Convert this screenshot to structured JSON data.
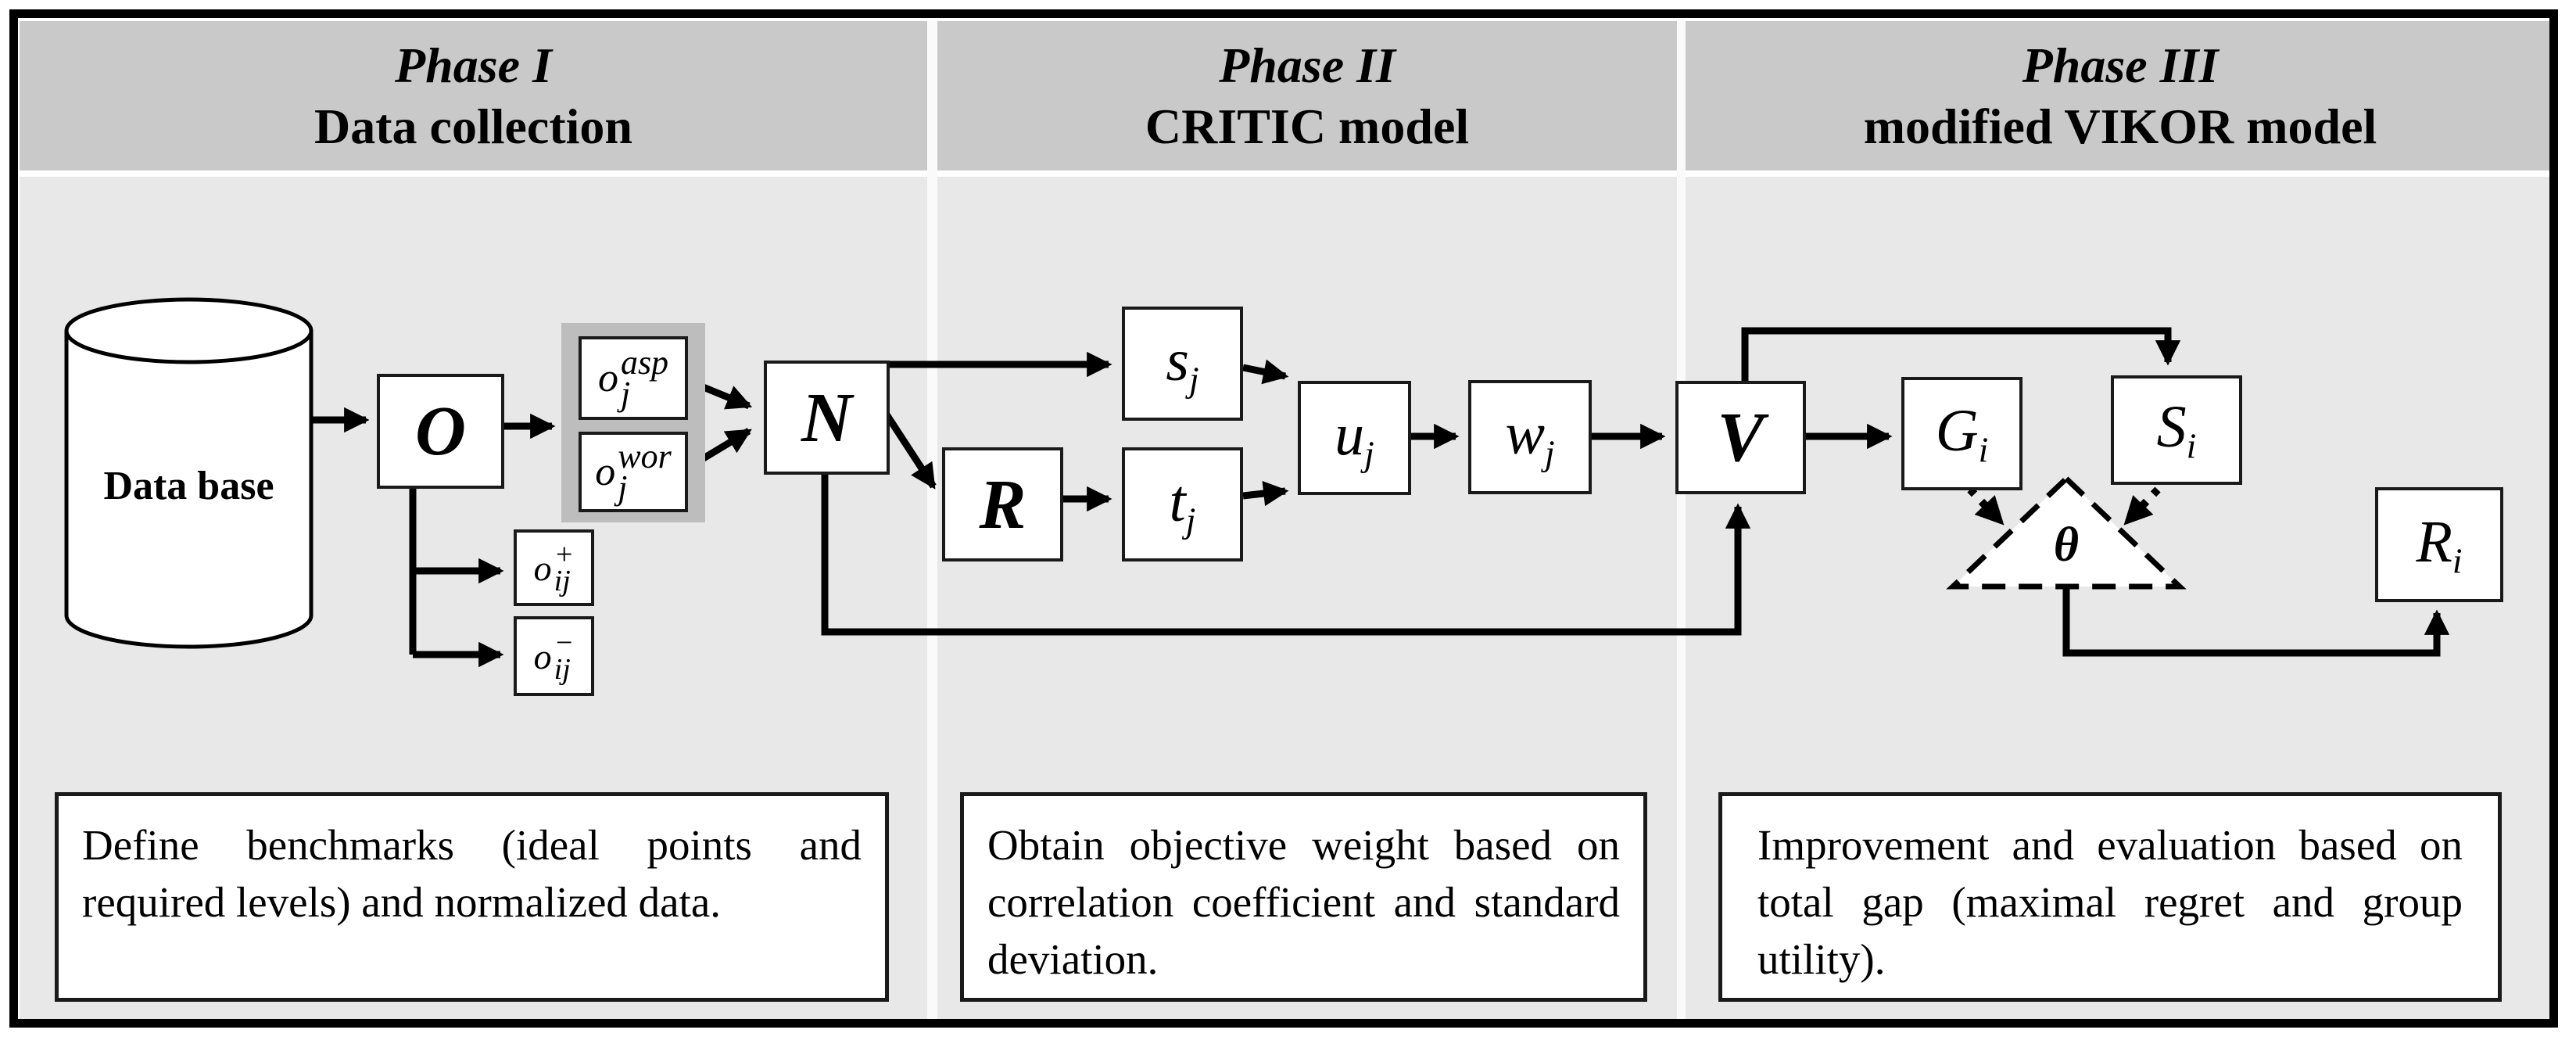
{
  "header": {
    "phases": [
      {
        "title": "Phase I",
        "subtitle": "Data collection"
      },
      {
        "title": "Phase II",
        "subtitle": "CRITIC model"
      },
      {
        "title": "Phase III",
        "subtitle": "modified VIKOR model"
      }
    ]
  },
  "nodes": {
    "database": "Data base",
    "o": "O",
    "asp": {
      "base": "o",
      "sup": "asp",
      "sub": "j"
    },
    "wor": {
      "base": "o",
      "sup": "wor",
      "sub": "j"
    },
    "ideal": {
      "base": "o",
      "sup": "+",
      "sub": "ij"
    },
    "anti": {
      "base": "o",
      "sup": "−",
      "sub": "ij"
    },
    "n": "N",
    "r": "R",
    "s": {
      "base": "s",
      "sub": "j"
    },
    "t": {
      "base": "t",
      "sub": "j"
    },
    "u": {
      "base": "u",
      "sub": "j"
    },
    "w": {
      "base": "w",
      "sub": "j"
    },
    "v": "V",
    "g": {
      "base": "G",
      "sub": "i"
    },
    "si": {
      "base": "S",
      "sub": "i"
    },
    "theta": "θ",
    "ri": {
      "base": "R",
      "sub": "i"
    }
  },
  "notes": [
    "Define benchmarks (ideal points and required levels) and normalized data.",
    "Obtain objective weight based on correlation coefficient and standard deviation.",
    "Improvement and evaluation based on total gap (maximal regret and group utility)."
  ],
  "colors": {
    "frame": "#000000",
    "header_band": "#c9c9c9",
    "body_band": "#e8e8e8",
    "group_panel": "#bdbdbd",
    "node_fill": "#ffffff",
    "line": "#000000"
  }
}
